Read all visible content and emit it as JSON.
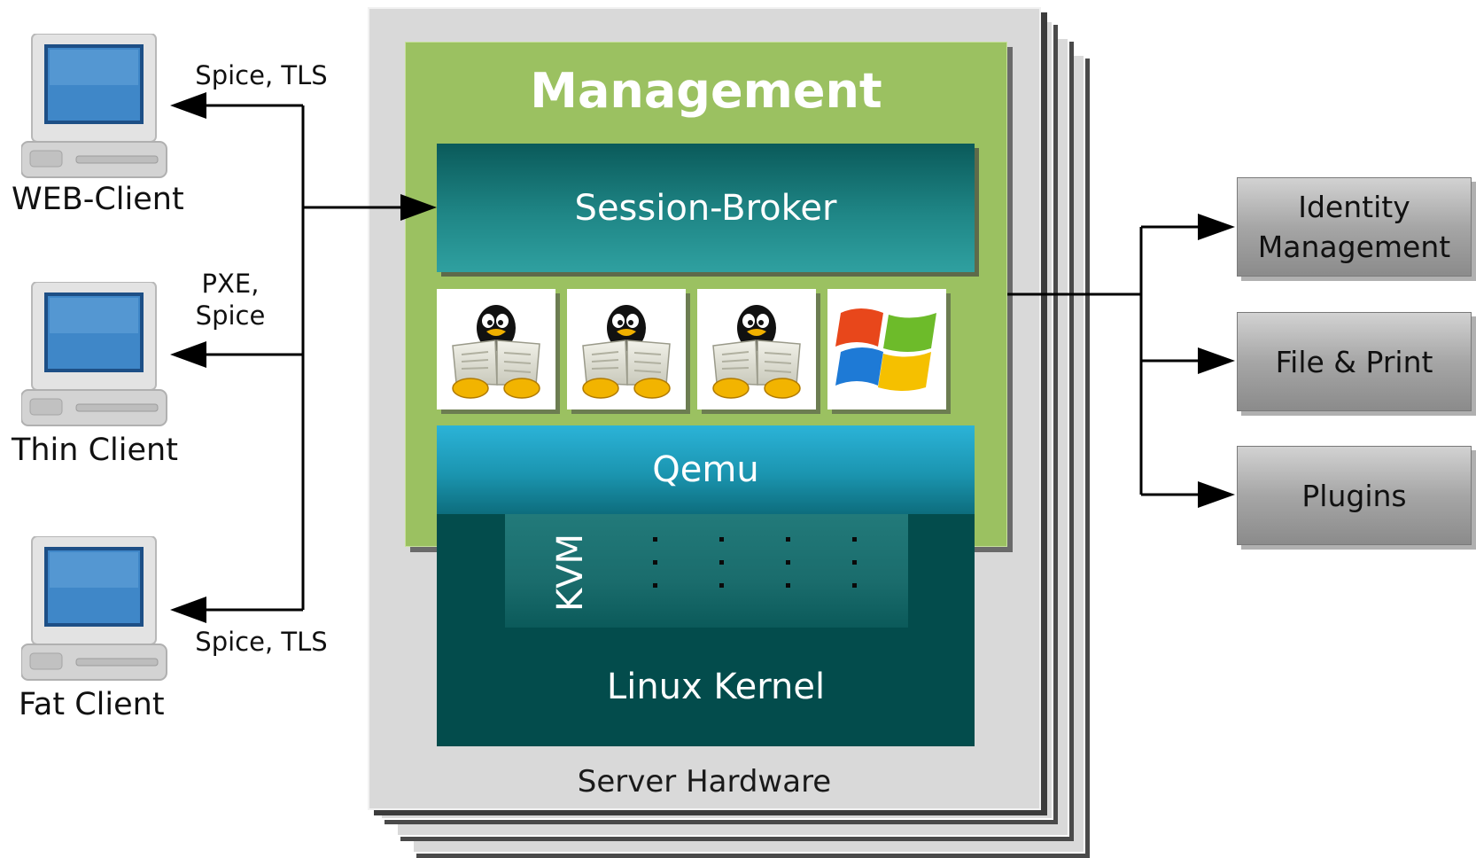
{
  "clients": [
    {
      "label": "WEB-Client",
      "protocol": "Spice, TLS"
    },
    {
      "label": "Thin Client",
      "protocol": "PXE,\nSpice"
    },
    {
      "label": "Fat Client",
      "protocol": "Spice, TLS"
    }
  ],
  "server": {
    "management_title": "Management",
    "session_broker": "Session-Broker",
    "vm_icons": [
      "linux-tux-icon",
      "linux-tux-icon",
      "linux-tux-icon",
      "windows-logo-icon"
    ],
    "qemu": "Qemu",
    "kvm": "KVM",
    "kernel": "Linux Kernel",
    "hardware": "Server Hardware"
  },
  "services": [
    {
      "label": "Identity\nManagement"
    },
    {
      "label": "File & Print"
    },
    {
      "label": "Plugins"
    }
  ],
  "colors": {
    "management": "#9bc161",
    "session_broker": "#1f8686",
    "qemu": "#1b95b0",
    "kernel": "#034c4c",
    "server_sheet": "#d9d9d9",
    "service_box": "#a6a6a6"
  }
}
